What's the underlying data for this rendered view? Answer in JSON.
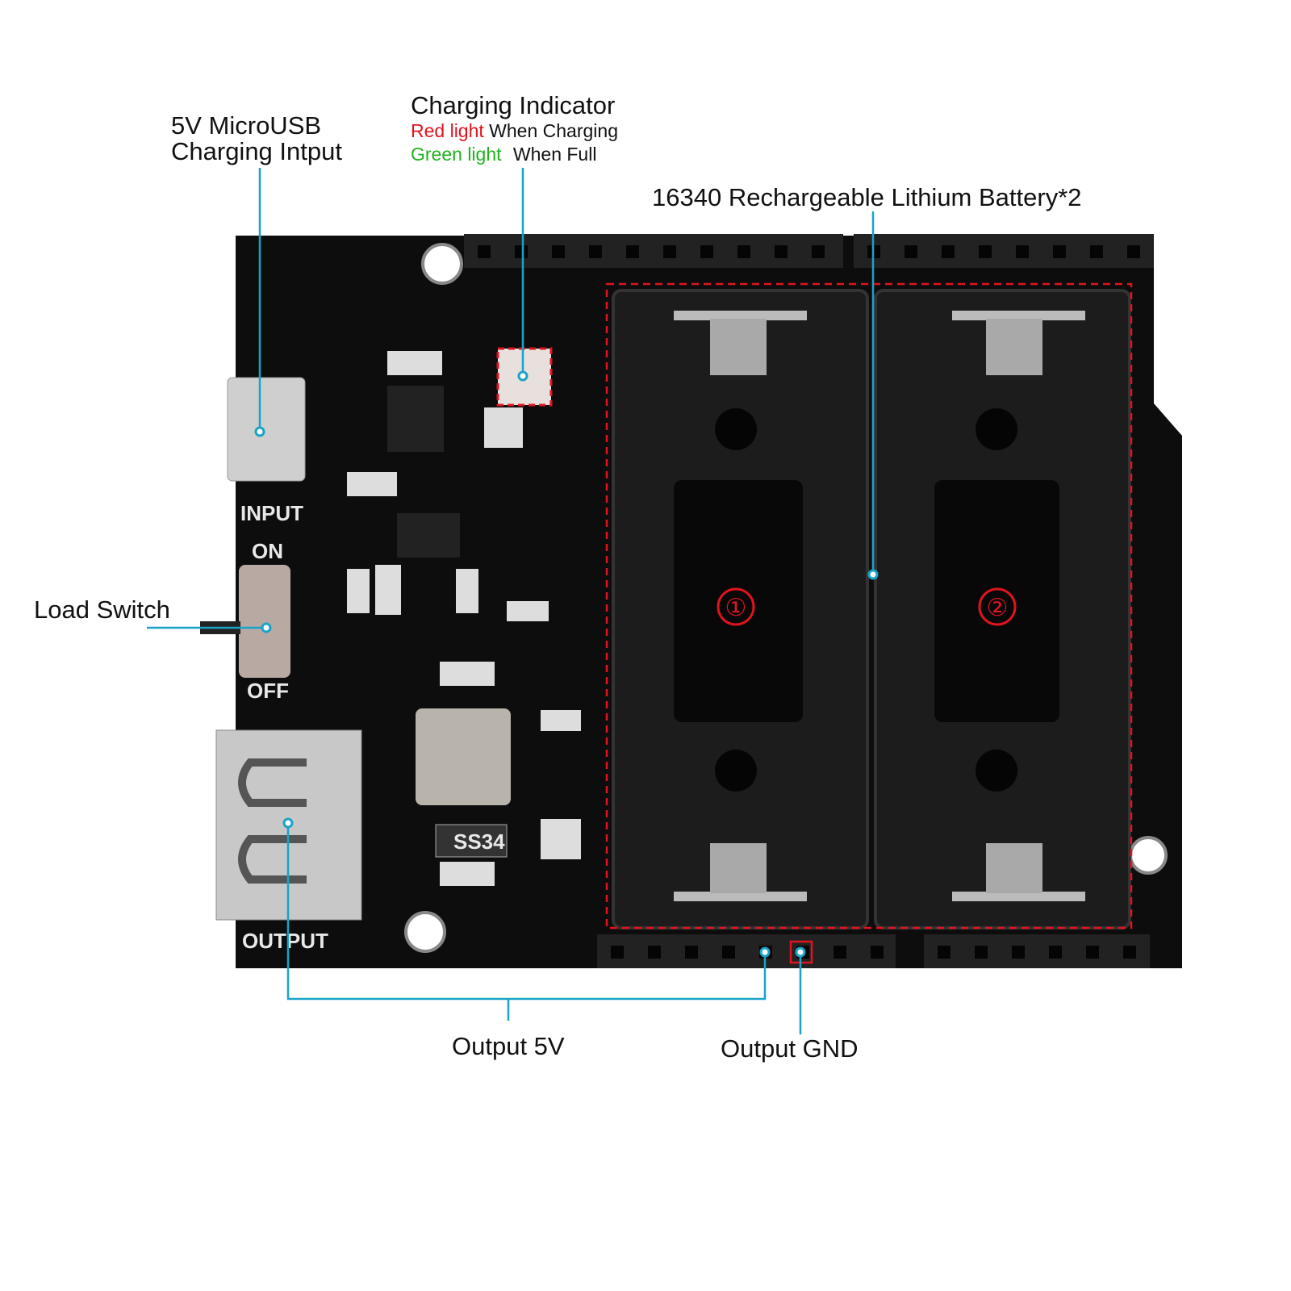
{
  "callouts": {
    "usb_line1": "5V MicroUSB",
    "usb_line2": "Charging Intput",
    "indicator_title": "Charging Indicator",
    "indicator_red": "Red light",
    "indicator_red_suffix": "When Charging",
    "indicator_green": "Green light",
    "indicator_green_suffix": "When Full",
    "battery": "16340 Rechargeable Lithium Battery*2",
    "load_switch": "Load Switch",
    "output_5v": "Output 5V",
    "output_gnd": "Output GND"
  },
  "silkscreen": {
    "input": "INPUT",
    "on": "ON",
    "off": "OFF",
    "output": "OUTPUT",
    "diode": "SS34",
    "slot1": "①",
    "slot2": "②"
  },
  "colors": {
    "callout": "#1aa3c8",
    "red": "#e0141e",
    "green": "#1db31d",
    "pcb": "#0d0d0d"
  }
}
